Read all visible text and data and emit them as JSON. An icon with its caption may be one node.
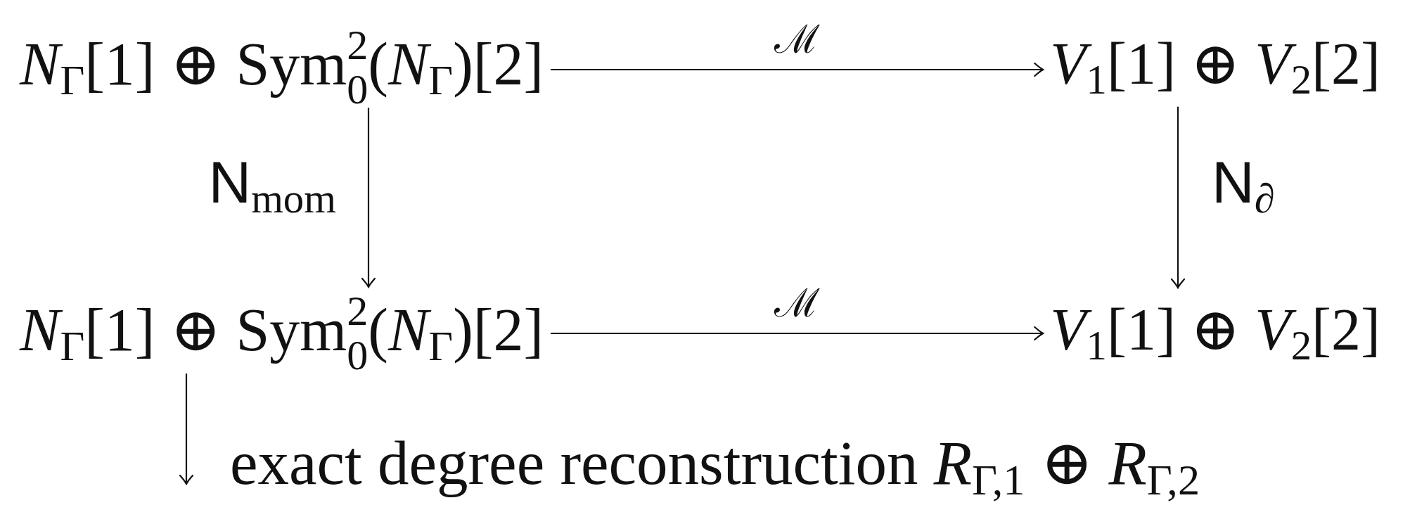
{
  "diagram": {
    "nodes": [
      {
        "text": [
          "*N*$_{Γ}$[1] ⊕ Sym$^{2}$$_{0}$(*N*$_{Γ}$)[2]"
        ]
      },
      {
        "text": [
          "*V*$_{1}$[1] ⊕ *V*$_{2}$[2]"
        ]
      },
      {
        "text": [
          "*N*$_{Γ}$[1] ⊕ Sym$^{2}$$_{0}$(*N*$_{Γ}$)[2]"
        ]
      },
      {
        "text": [
          "*V*$_{1}$[1] ⊕ *V*$_{2}$[2]"
        ]
      }
    ],
    "edges": [
      {
        "from": 0,
        "to": 1,
        "arrow": "to",
        "label": "ℳ"
      },
      {
        "from": 0,
        "to": 2,
        "arrow": "to",
        "label": "N$_{mom}$"
      },
      {
        "from": 1,
        "to": 3,
        "arrow": "to",
        "label": "N$_{∂}$"
      },
      {
        "from": 2,
        "to": 3,
        "arrow": "to",
        "label": "ℳ"
      },
      {
        "from": 2,
        "to": null,
        "arrow": "to",
        "label": "exact degree reconstruction *R*$_{Γ,1}$ ⊕ *R*$_{Γ,2}$"
      }
    ]
  }
}
